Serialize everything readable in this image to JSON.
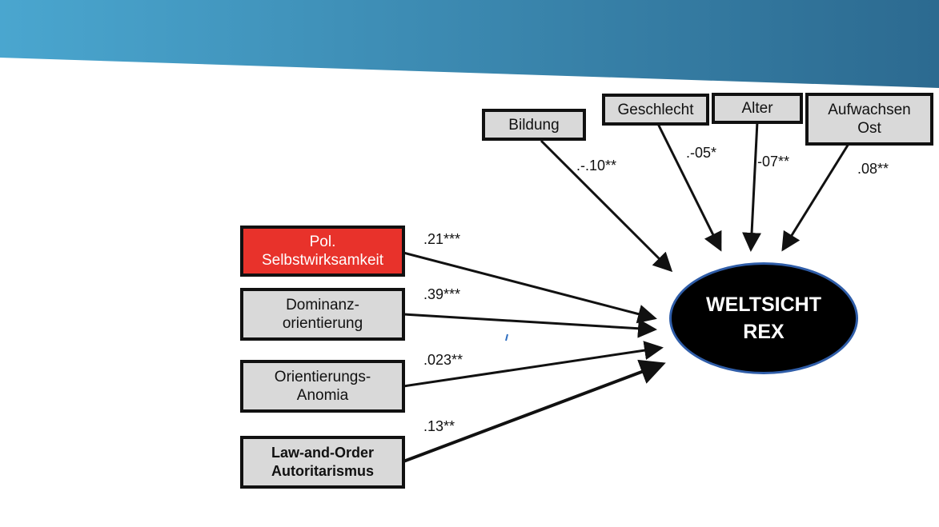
{
  "colors": {
    "banner_left": "#4aa6cf",
    "banner_right": "#2c6a90",
    "highlight": "#e8322b",
    "box_fill": "#d9d9d9",
    "outcome_fill": "#000000",
    "outcome_border": "#2f5da8"
  },
  "outcome": {
    "line1": "WELTSICHT",
    "line2": "REX"
  },
  "predictors": [
    {
      "label": "Pol.\nSelbstwirksamkeit",
      "coef": ".21***"
    },
    {
      "label": "Dominanz-\norientierung",
      "coef": ".39***"
    },
    {
      "label": "Orientierungs-\nAnomia",
      "coef": ".023**"
    },
    {
      "label": "Law-and-Order\nAutoritarismus",
      "coef": ".13**"
    }
  ],
  "controls": [
    {
      "label": "Bildung",
      "coef": ".-.10**"
    },
    {
      "label": "Geschlecht",
      "coef": ".-05*"
    },
    {
      "label": "Alter",
      "coef": "-07**"
    },
    {
      "label": "Aufwachsen\nOst",
      "coef": ".08**"
    }
  ]
}
